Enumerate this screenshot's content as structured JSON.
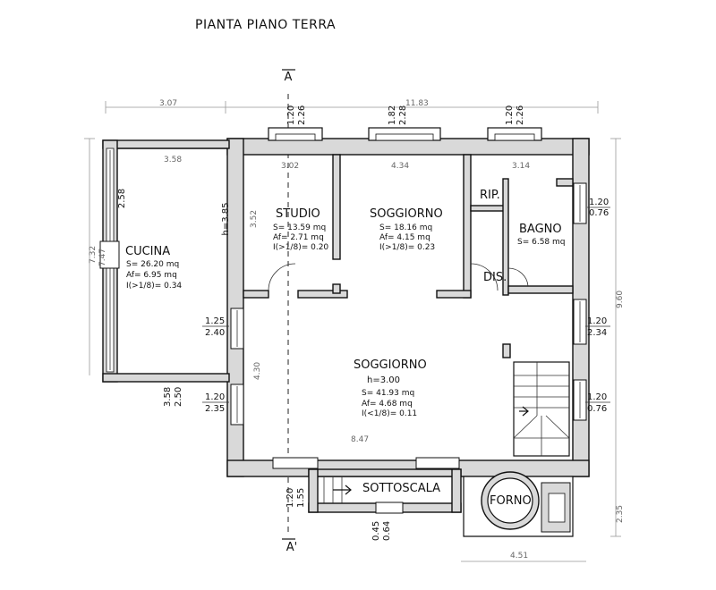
{
  "title": "PIANTA PIANO TERRA",
  "section_marks": {
    "top": "A",
    "bottom": "A'"
  },
  "rooms": {
    "cucina": {
      "name": "CUCINA",
      "s": "S= 26.20 mq",
      "af": "Af= 6.95 mq",
      "i": "I(>1/8)= 0.34",
      "h": "h=3.85",
      "h2": "2.58"
    },
    "studio": {
      "name": "STUDIO",
      "s": "S= 13.59 mq",
      "af": "Af= 2.71 mq",
      "i": "I(>1/8)= 0.20"
    },
    "soggiorno_top": {
      "name": "SOGGIORNO",
      "s": "S= 18.16 mq",
      "af": "Af= 4.15 mq",
      "i": "I(>1/8)= 0.23"
    },
    "rip": {
      "name": "RIP."
    },
    "bagno": {
      "name": "BAGNO",
      "s": "S= 6.58 mq"
    },
    "dis": {
      "name": "DIS."
    },
    "soggiorno_main": {
      "name": "SOGGIORNO",
      "h": "h=3.00",
      "s": "S= 41.93 mq",
      "af": "Af= 4.68 mq",
      "i": "I(<1/8)= 0.11"
    },
    "sottoscala": {
      "name": "SOTTOSCALA"
    },
    "forno": {
      "name": "FORNO"
    }
  },
  "windows": {
    "studio_top": {
      "w": "1.20",
      "h": "2.26"
    },
    "soggiorno_top": {
      "w": "1.82",
      "h": "2.28"
    },
    "rip_top": {
      "w": "1.20",
      "h": "2.26"
    },
    "bagno_right": {
      "w": "1.20",
      "h": "0.76"
    },
    "right_mid": {
      "w": "1.20",
      "h": "2.34"
    },
    "right_lower": {
      "w": "1.20",
      "h": "0.76"
    },
    "left_upper": {
      "w": "1.25",
      "h": "2.40"
    },
    "left_lower": {
      "w": "1.20",
      "h": "2.35"
    },
    "cucina_lower": {
      "w": "3.58",
      "h": "2.50"
    },
    "door_bottom": {
      "w": "1.20",
      "h": "1.55"
    },
    "sottoscala_bottom": {
      "w": "0.45",
      "h": "0.64"
    }
  },
  "dimensions": {
    "top_left": "3.07",
    "top_right": "11.83",
    "cucina_top": "3.58",
    "studio_inner": "3.02",
    "soggiorno_inner": "4.34",
    "rip_inner": "3.14",
    "cucina_depth": "7.32",
    "cucina_inner": "7.47",
    "studio_depth": "3.52",
    "main_depth": "4.30",
    "main_width": "8.47",
    "right_total": "9.60",
    "bottom_right": "2.35",
    "bottom": "4.51"
  }
}
